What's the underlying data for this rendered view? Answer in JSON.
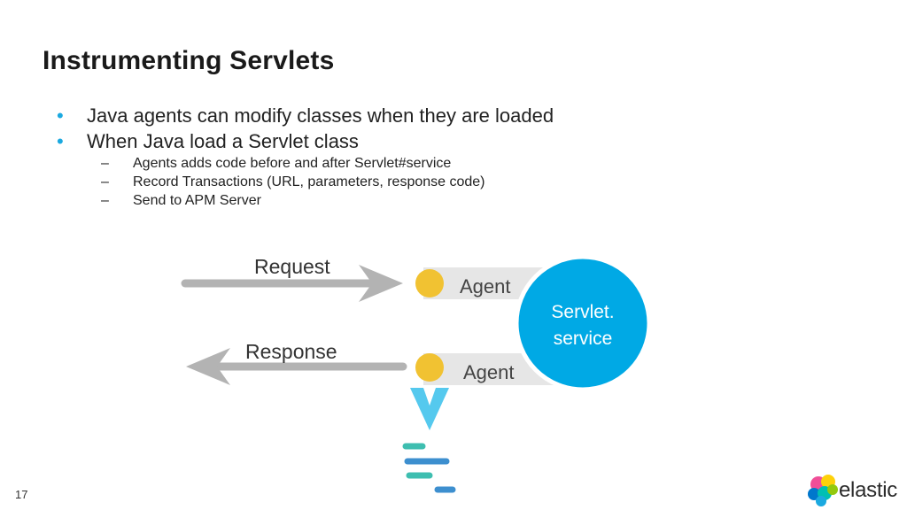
{
  "slide": {
    "title": "Instrumenting Servlets",
    "bullets": [
      "Java agents can modify classes when they are loaded",
      "When Java load a Servlet class"
    ],
    "sub_bullets": [
      "Agents adds code before and after Servlet#service",
      "Record Transactions (URL, parameters, response code)",
      "Send to APM Server"
    ],
    "bullet_marker": "•",
    "dash_marker": "–",
    "page_number": "17"
  },
  "diagram": {
    "request_label": "Request",
    "response_label": "Response",
    "agent_top_label": "Agent",
    "agent_bottom_label": "Agent",
    "servlet_line1": "Servlet.",
    "servlet_line2": "service"
  },
  "logo": {
    "text": "elastic"
  },
  "colors": {
    "accent_blue": "#1ba9e0",
    "arrow_gray": "#b3b3b3",
    "agent_bar": "#e6e6e6",
    "agent_dot": "#f1c232",
    "servlet_fill": "#00a9e5",
    "log_teal": "#3ebeb0",
    "log_blue": "#3d8fcf"
  }
}
